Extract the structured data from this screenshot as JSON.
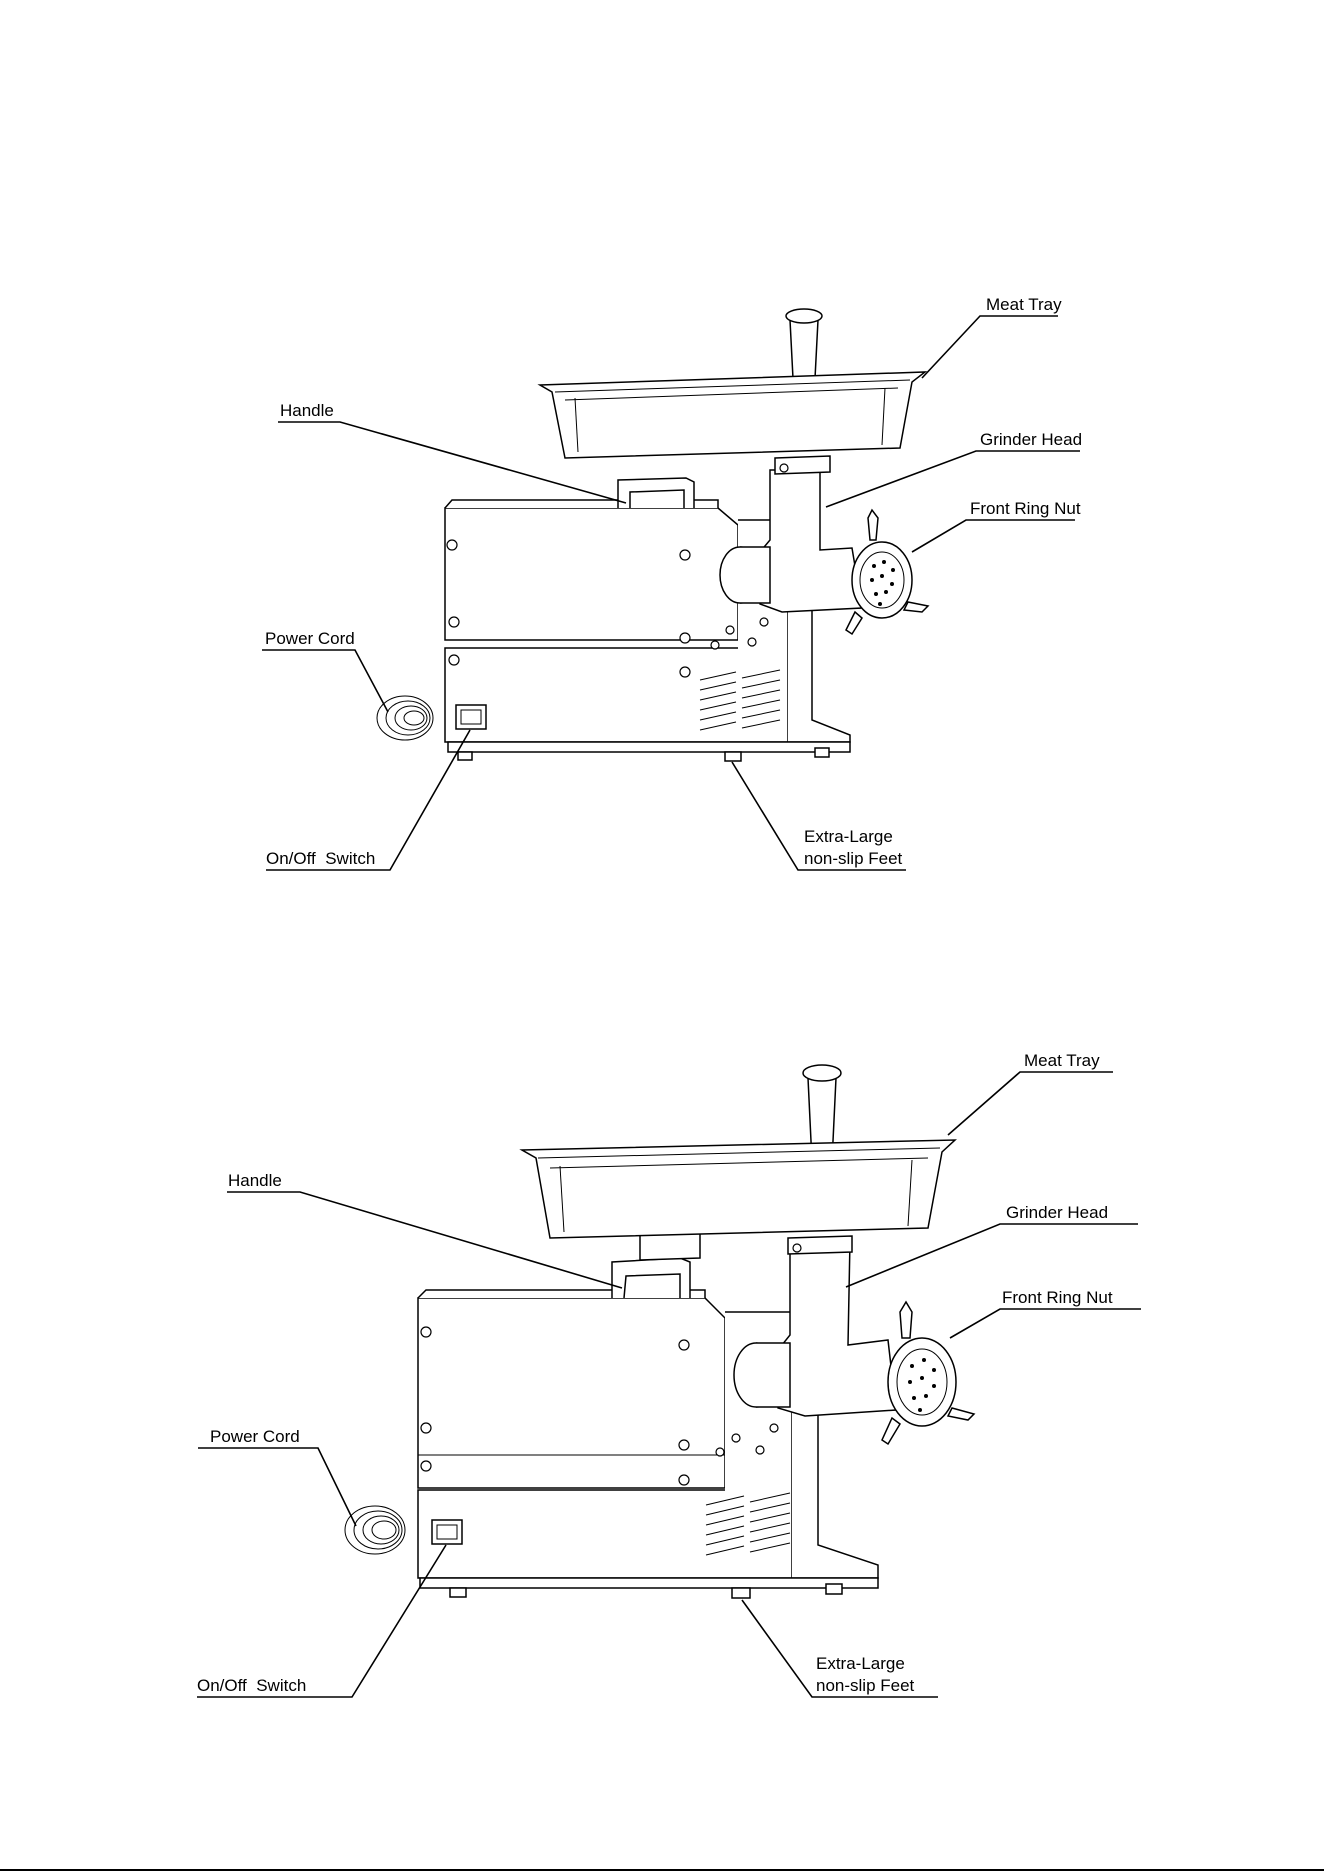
{
  "diagrams": [
    {
      "labels": {
        "meat_tray": "Meat Tray",
        "handle": "Handle",
        "grinder_head": "Grinder Head",
        "front_ring_nut": "Front Ring Nut",
        "power_cord": "Power Cord",
        "on_off_switch": "On/Off  Switch",
        "feet_line1": "Extra-Large",
        "feet_line2": "non-slip Feet"
      }
    },
    {
      "labels": {
        "meat_tray": "Meat Tray",
        "handle": "Handle",
        "grinder_head": "Grinder Head",
        "front_ring_nut": "Front Ring Nut",
        "power_cord": "Power Cord",
        "on_off_switch": "On/Off  Switch",
        "feet_line1": "Extra-Large",
        "feet_line2": "non-slip Feet"
      }
    }
  ]
}
